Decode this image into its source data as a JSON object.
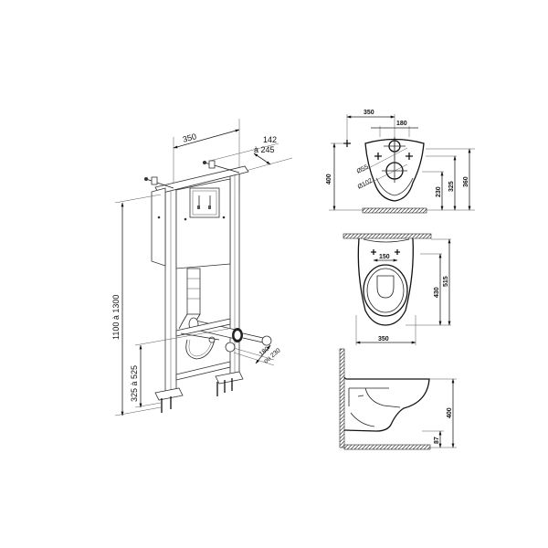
{
  "frame_view": {
    "width_label": "350",
    "depth_label_line1": "142",
    "depth_label_line2": "à 245",
    "height_label": "1100 à 1300",
    "bracket_height_label": "325 à 525",
    "pipe_label_1": "180",
    "pipe_label_2": "ou 230"
  },
  "front_view": {
    "width_label": "350",
    "hole_spacing_label": "180",
    "height_label": "400",
    "outlet1_label": "Ø55",
    "outlet2_label": "Ø102",
    "h230_label": "230",
    "h325_label": "325",
    "h360_label": "360"
  },
  "top_view": {
    "hole_spacing_label": "150",
    "width_label": "350",
    "depth430_label": "430",
    "depth515_label": "515"
  },
  "side_view": {
    "height_label": "400",
    "floor_gap_label": "87"
  }
}
